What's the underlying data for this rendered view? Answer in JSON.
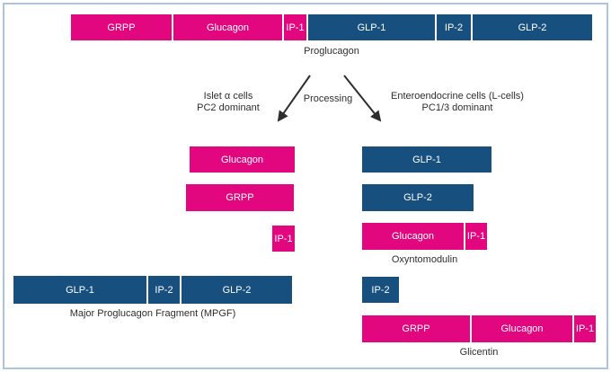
{
  "colors": {
    "pink": "#e2077e",
    "blue": "#17507f",
    "frame": "#a9c3e1",
    "text": "#2e2e2e"
  },
  "proglucagon": {
    "caption": "Proglucagon",
    "segments": [
      "GRPP",
      "Glucagon",
      "IP-1",
      "GLP-1",
      "IP-2",
      "GLP-2"
    ]
  },
  "processing": {
    "arrow_label": "Processing",
    "left_pathway": {
      "line1": "Islet α cells",
      "line2": "PC2 dominant"
    },
    "right_pathway": {
      "line1": "Enteroendocrine cells (L-cells)",
      "line2": "PC1/3 dominant"
    }
  },
  "alpha_cell_products": {
    "glucagon": "Glucagon",
    "grpp": "GRPP",
    "ip1": "IP-1",
    "mpgf": {
      "caption": "Major Proglucagon Fragment (MPGF)",
      "segments": [
        "GLP-1",
        "IP-2",
        "GLP-2"
      ]
    }
  },
  "l_cell_products": {
    "glp1": "GLP-1",
    "glp2": "GLP-2",
    "oxyntomodulin": {
      "caption": "Oxyntomodulin",
      "segments": [
        "Glucagon",
        "IP-1"
      ]
    },
    "ip2": "IP-2",
    "glicentin": {
      "caption": "Glicentin",
      "segments": [
        "GRPP",
        "Glucagon",
        "IP-1"
      ]
    }
  }
}
